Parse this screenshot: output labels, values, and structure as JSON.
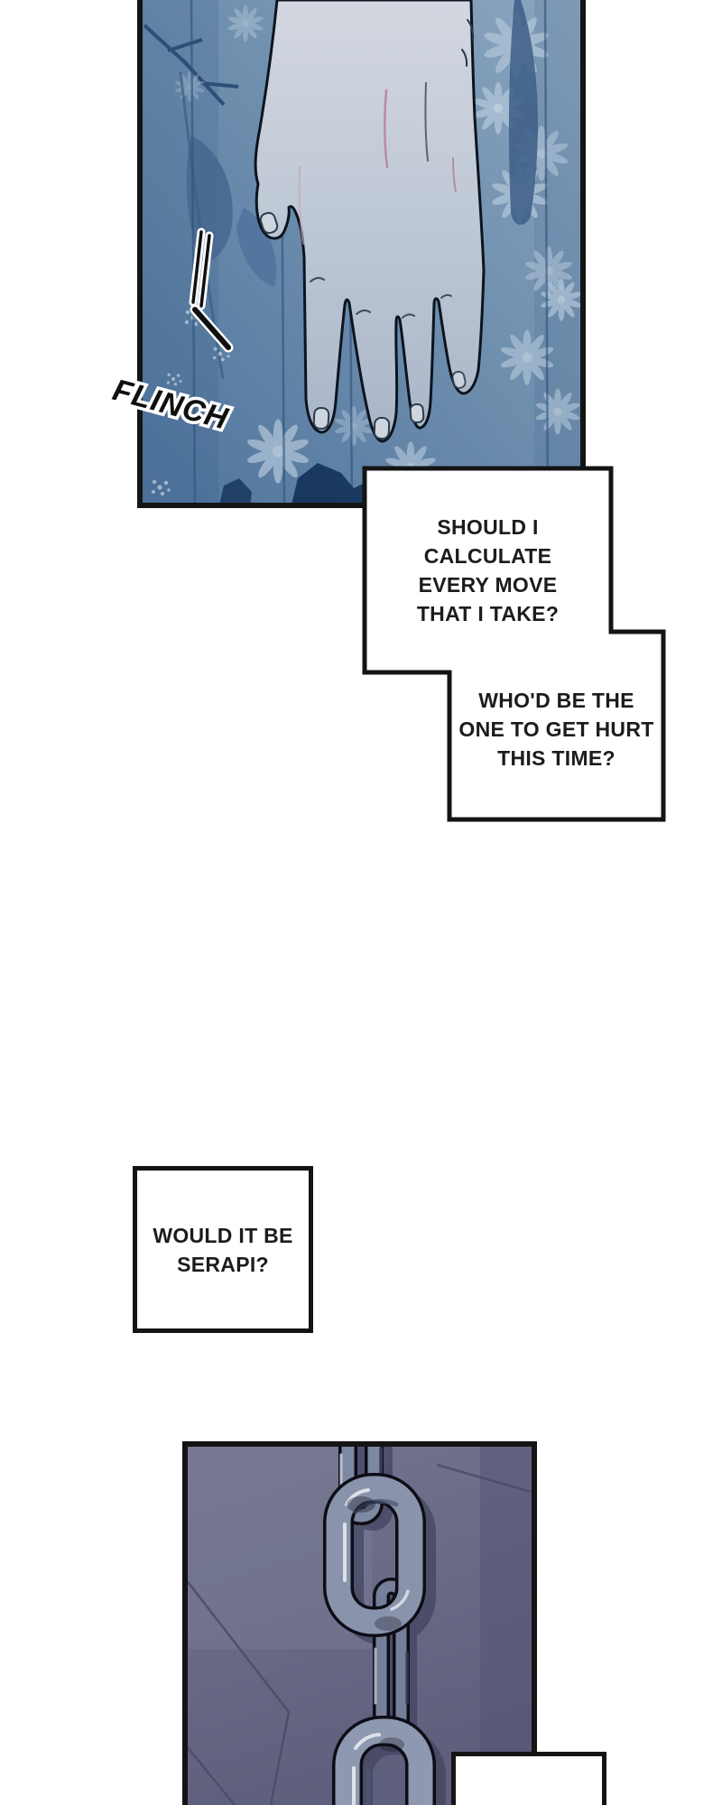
{
  "page": {
    "type": "comic-page",
    "background": "#ffffff"
  },
  "sfx": {
    "flinch": "FLINCH"
  },
  "captions": {
    "box1": {
      "lines": [
        "SHOULD I",
        "CALCULATE",
        "EVERY MOVE",
        "THAT I TAKE?"
      ]
    },
    "box2": {
      "lines": [
        "WHO'D BE THE",
        "ONE TO GET HURT",
        "THIS TIME?"
      ]
    },
    "box3": {
      "lines": [
        "WOULD IT BE",
        "SERAPI?"
      ]
    }
  },
  "colors": {
    "page_bg": "#ffffff",
    "ink": "#141414",
    "caption_text": "#1c1c1c",
    "caption_bg": "#ffffff",
    "panel1_base": "#6f8fae",
    "panel1_light": "#8ba6c0",
    "panel1_dark": "#4c719b",
    "hand_light": "#d3d7e0",
    "hand_dark": "#a9b6c8",
    "panel2_wall": "#676984",
    "panel2_wall_light": "#7d7e97",
    "chain_body": "#8993ab",
    "chain_shadow": "#434560",
    "chain_highlight": "#dde1e8"
  }
}
